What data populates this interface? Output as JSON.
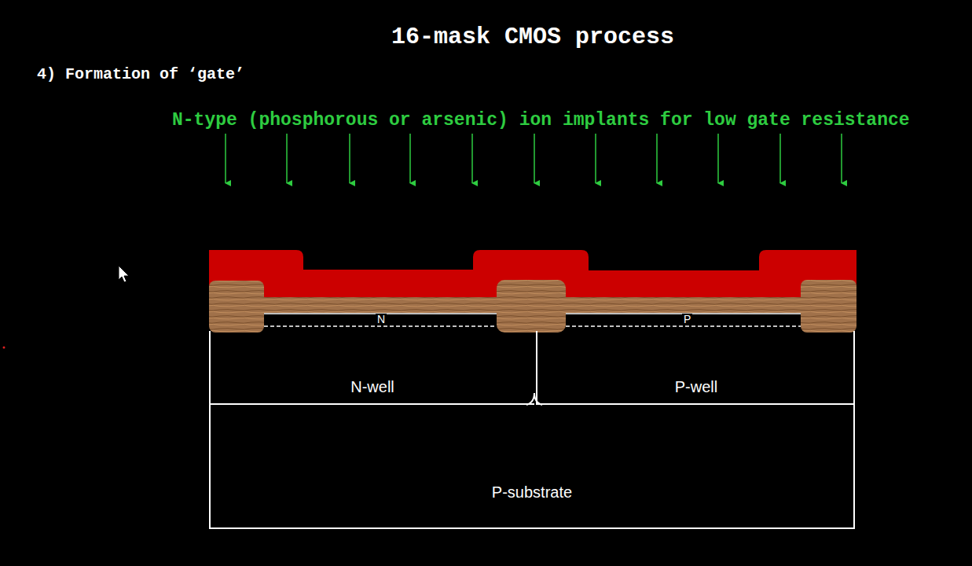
{
  "diagram": {
    "title": "16-mask CMOS process",
    "nodes": [
      {
        "text": [
          "P-substrate"
        ]
      },
      {
        "text": [
          "N-well"
        ],
        "in": 0
      },
      {
        "text": [
          "P-well"
        ],
        "in": 0
      }
    ],
    "labels": [
      "4) Formation of ‘gate’",
      "N-type (phosphorous or arsenic) ion implants for low gate resistance",
      "N",
      "P"
    ]
  }
}
